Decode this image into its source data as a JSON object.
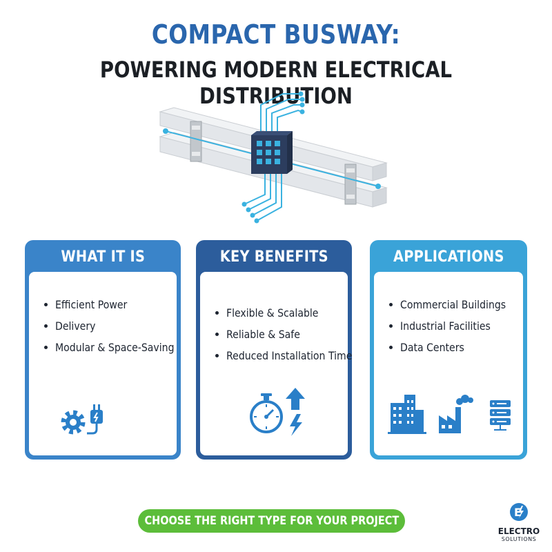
{
  "header": {
    "title": "COMPACT BUSWAY:",
    "subtitle": "POWERING MODERN ELECTRICAL DISTRIBUTION"
  },
  "colors": {
    "title_blue": "#2a66ad",
    "card1": "#3a84c9",
    "card2": "#2c5d9c",
    "card3": "#3aa3d8",
    "cta_green": "#5cbd3a",
    "wire": "#3ab2e0"
  },
  "cards": [
    {
      "heading": "WHAT IT IS",
      "items": [
        "Efficient Power",
        "Delivery",
        "Modular & Space-Saving"
      ],
      "icons": [
        "gear-icon",
        "power-plug-icon"
      ]
    },
    {
      "heading": "KEY BENEFITS",
      "items": [
        "Flexible & Scalable",
        "Reliable & Safe",
        "Reduced Installation Time"
      ],
      "icons": [
        "stopwatch-icon",
        "arrow-up-icon",
        "lightning-icon"
      ]
    },
    {
      "heading": "APPLICATIONS",
      "items": [
        "Commercial Buildings",
        "Industrial Facilities",
        "Data Centers"
      ],
      "icons": [
        "office-building-icon",
        "factory-icon",
        "server-rack-icon"
      ]
    }
  ],
  "cta": {
    "label": "CHOOSE THE RIGHT TYPE FOR YOUR PROJECT"
  },
  "logo": {
    "line1": "ELECTRO",
    "line2": "SOLUTIONS",
    "mark": "E"
  }
}
